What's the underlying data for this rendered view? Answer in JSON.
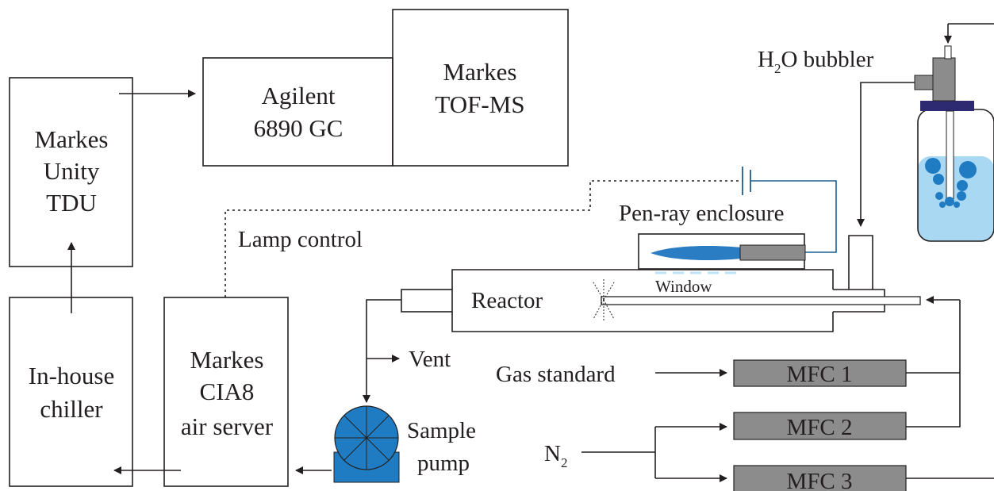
{
  "components": {
    "tdu": {
      "lines": [
        "Markes",
        "Unity",
        "TDU"
      ]
    },
    "gc": {
      "lines": [
        "Agilent",
        "6890 GC"
      ]
    },
    "tofms": {
      "lines": [
        "Markes",
        "TOF-MS"
      ]
    },
    "chiller": {
      "lines": [
        "In-house",
        "chiller"
      ]
    },
    "cia8": {
      "lines": [
        "Markes",
        "CIA8",
        "air server"
      ]
    },
    "reactor": {
      "label": "Reactor"
    },
    "window": {
      "label": "Window"
    },
    "penray": {
      "label": "Pen-ray enclosure"
    },
    "bubbler": {
      "prefix": "H",
      "subscript": "2",
      "suffix": "O bubbler"
    },
    "pump": {
      "lines": [
        "Sample",
        "pump"
      ]
    },
    "mfc1": {
      "label": "MFC 1"
    },
    "mfc2": {
      "label": "MFC 2"
    },
    "mfc3": {
      "label": "MFC 3"
    }
  },
  "annotations": {
    "lamp_control": "Lamp control",
    "vent": "Vent",
    "gas_standard": "Gas standard",
    "n2_main": "N",
    "n2_sub": "2"
  },
  "colors": {
    "line": "#231f20",
    "mfc_fill": "#8c8c8c",
    "pump_blue": "#1f7cc2",
    "water": "#a9d8f3",
    "bubble_blue": "#1f7cc2",
    "cap_navy": "#2e2a72",
    "lamp_blue": "#2a7cc3",
    "lamp_wire": "#1e5f8f",
    "fitting_gray": "#8c8c8c",
    "window_dash": "#bfe3f7"
  }
}
